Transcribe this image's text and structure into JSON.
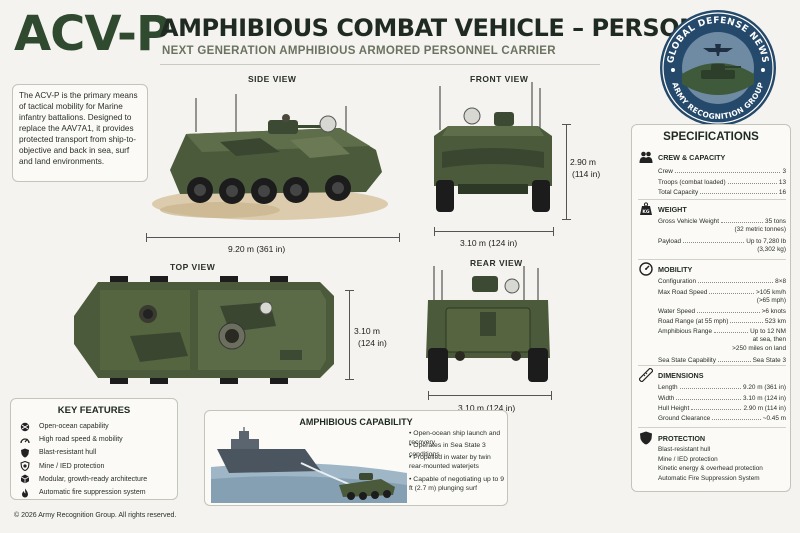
{
  "header": {
    "logo": "ACV-P",
    "title": "AMPHIBIOUS COMBAT VEHICLE – PERSONNEL",
    "subtitle": "NEXT GENERATION AMPHIBIOUS ARMORED PERSONNEL CARRIER"
  },
  "badge": {
    "top_text": "GLOBAL DEFENSE NEWS",
    "bottom_text": "ARMY RECOGNITION GROUP"
  },
  "intro": {
    "text": "The ACV-P is the primary means of tactical mobility for Marine infantry battalions. Designed to replace the AAV7A1, it provides protected transport from ship-to-objective and back in sea, surf and land environments."
  },
  "views": {
    "side": {
      "label": "SIDE VIEW",
      "dimension": "9.20 m (361 in)"
    },
    "front": {
      "label": "FRONT VIEW",
      "height_value": "2.90 m",
      "height_unit": "(114 in)",
      "width": "3.10 m (124 in)"
    },
    "top": {
      "label": "TOP VIEW",
      "width_value": "3.10 m",
      "width_unit": "(124 in)"
    },
    "rear": {
      "label": "REAR VIEW",
      "width": "3.10 m (124 in)"
    }
  },
  "features": {
    "title": "KEY FEATURES",
    "items": [
      {
        "icon": "globe-icon",
        "label": "Open-ocean capability"
      },
      {
        "icon": "speedometer-icon",
        "label": "High road speed & mobility"
      },
      {
        "icon": "shield-icon",
        "label": "Blast-resistant hull"
      },
      {
        "icon": "mine-icon",
        "label": "Mine / IED protection"
      },
      {
        "icon": "cube-icon",
        "label": "Modular, growth-ready architecture"
      },
      {
        "icon": "fire-icon",
        "label": "Automatic fire suppression system"
      }
    ]
  },
  "amphibious": {
    "title": "AMPHIBIOUS CAPABILITY",
    "items": [
      "Open-ocean ship launch and recovery",
      "Operates in Sea State 3 conditions",
      "Propelled in water by twin rear-mounted waterjets",
      "Capable of negotiating up to 9 ft (2.7 m) plunging surf"
    ]
  },
  "specs": {
    "title": "SPECIFICATIONS",
    "crew": {
      "title": "CREW & CAPACITY",
      "rows": [
        {
          "label": "Crew",
          "value": "3"
        },
        {
          "label": "Troops (combat loaded)",
          "value": "13"
        },
        {
          "label": "Total Capacity",
          "value": "16"
        }
      ]
    },
    "weight": {
      "title": "WEIGHT",
      "icon_text": "KG",
      "rows": [
        {
          "label": "Gross Vehicle Weight",
          "value": "35 tons",
          "extra": "(32 metric tonnes)"
        },
        {
          "label": "Payload",
          "value": "Up to 7,280 lb",
          "extra": "(3,302 kg)"
        }
      ]
    },
    "mobility": {
      "title": "MOBILITY",
      "rows": [
        {
          "label": "Configuration",
          "value": "8×8"
        },
        {
          "label": "Max Road Speed",
          "value": ">105 km/h",
          "extra": "(>65 mph)"
        },
        {
          "label": "Water Speed",
          "value": ">6 knots"
        },
        {
          "label": "Road Range (at 55 mph)",
          "value": "523 km"
        },
        {
          "label": "Amphibious Range",
          "value": "Up to 12 NM",
          "extra": "at sea, then",
          "extra2": ">250 miles on land"
        },
        {
          "label": "Sea State Capability",
          "value": "Sea State 3"
        }
      ]
    },
    "dimensions": {
      "title": "DIMENSIONS",
      "rows": [
        {
          "label": "Length",
          "value": "9.20 m (361 in)"
        },
        {
          "label": "Width",
          "value": "3.10 m (124 in)"
        },
        {
          "label": "Hull Height",
          "value": "2.90 m (114 in)"
        },
        {
          "label": "Ground Clearance",
          "value": "~0.45 m"
        }
      ]
    },
    "protection": {
      "title": "PROTECTION",
      "items": [
        "Blast-resistant hull",
        "Mine / IED protection",
        "Kinetic energy & overhead protection",
        "Automatic Fire Suppression System"
      ]
    }
  },
  "footer": {
    "text": "© 2026 Army Recognition Group. All rights reserved."
  }
}
